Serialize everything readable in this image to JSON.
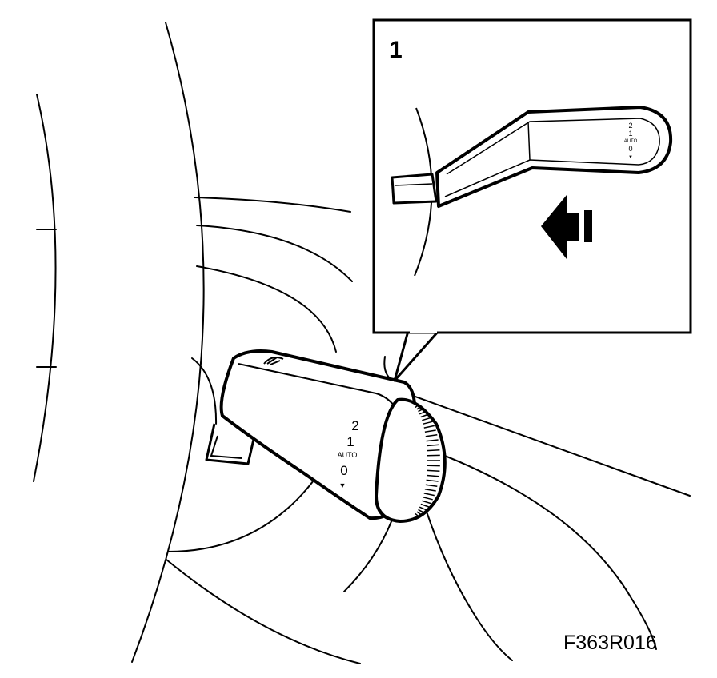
{
  "figure": {
    "id": "F363R016"
  },
  "inset": {
    "number": "1",
    "stalk_scale": {
      "pos_2": "2",
      "pos_1": "1",
      "pos_auto": "AUTO",
      "pos_0": "0",
      "pos_mist": "▼"
    }
  },
  "main_view": {
    "stalk_scale": {
      "pos_2": "2",
      "pos_1": "1",
      "pos_auto": "AUTO",
      "pos_0": "0",
      "pos_mist": "▼"
    }
  },
  "colors": {
    "ink": "#000000",
    "paper": "#ffffff"
  }
}
